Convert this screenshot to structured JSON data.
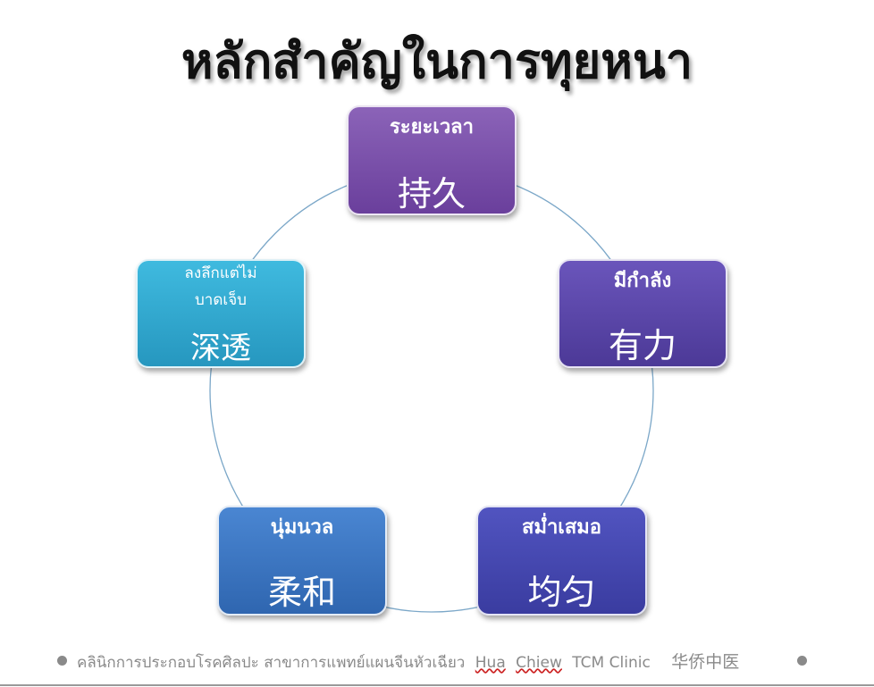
{
  "slide": {
    "title": "หลักสำคัญในการทุยหนา"
  },
  "cycle": {
    "ring_color": "#7ba7c8",
    "nodes": [
      {
        "id": "top",
        "thai": "ระยะเวลา",
        "thai2": "",
        "chinese": "持久",
        "color": "#7b52ab"
      },
      {
        "id": "right",
        "thai": "มีกำลัง",
        "thai2": "",
        "chinese": "有力",
        "color": "#5a46a8"
      },
      {
        "id": "bottom-right",
        "thai": "สม่ำเสมอ",
        "thai2": "",
        "chinese": "均匀",
        "color": "#4547b0"
      },
      {
        "id": "bottom-left",
        "thai": "นุ่มนวล",
        "thai2": "",
        "chinese": "柔和",
        "color": "#3b76c2"
      },
      {
        "id": "left",
        "thai": "ลงลึกแต่ไม่",
        "thai2": "บาดเจ็บ",
        "chinese": "深透",
        "color": "#31a9d0"
      }
    ]
  },
  "footer": {
    "text_th": "คลินิกการประกอบโรคศิลปะ  สาขาการแพทย์แผนจีนหัวเฉียว",
    "hua": "Hua",
    "chiew": "Chiew",
    "tcm": "TCM  Clinic",
    "chinese": "华侨中医"
  }
}
